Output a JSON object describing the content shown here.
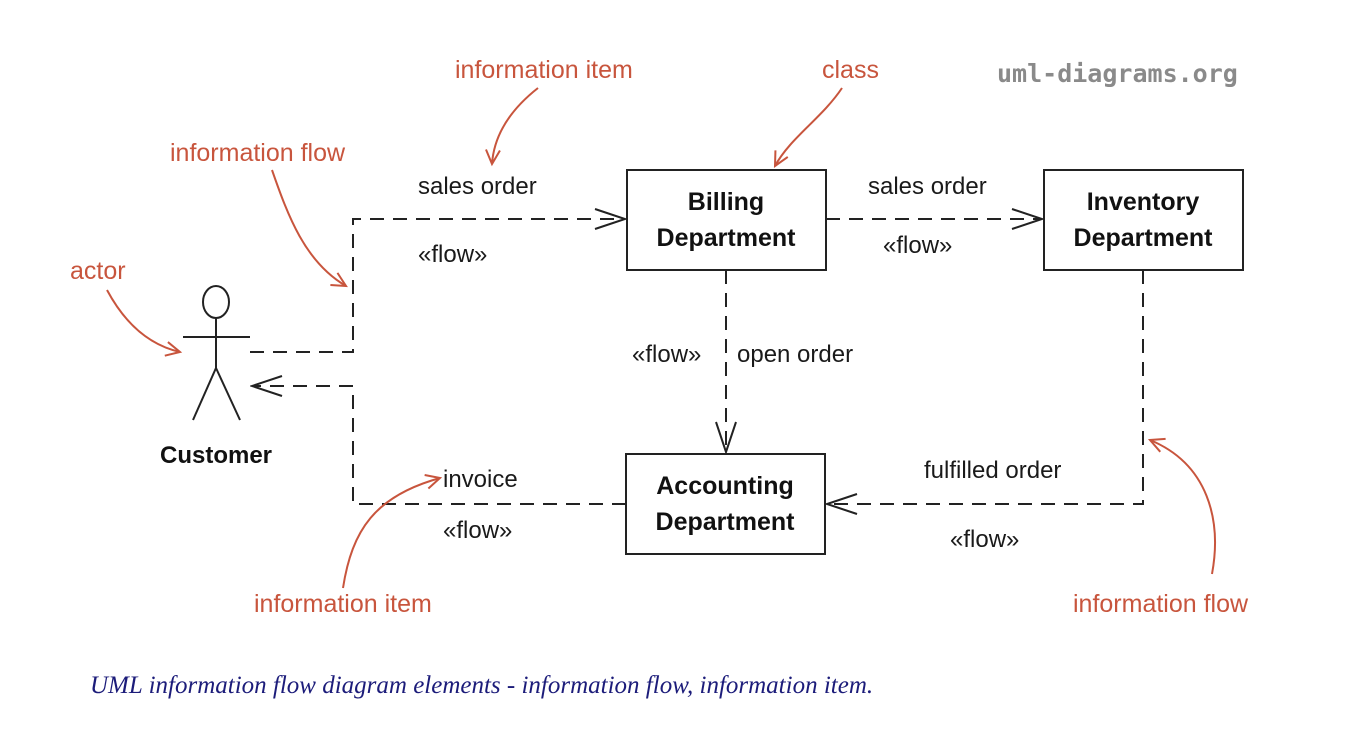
{
  "watermark": "uml-diagrams.org",
  "caption": "UML information flow diagram elements - information flow, information item.",
  "actor": {
    "name": "Customer"
  },
  "classes": {
    "billing": [
      "Billing",
      "Department"
    ],
    "inventory": [
      "Inventory",
      "Department"
    ],
    "accounting": [
      "Accounting",
      "Department"
    ]
  },
  "flows": {
    "customer_to_billing": {
      "item": "sales order",
      "stereotype": "«flow»"
    },
    "billing_to_inventory": {
      "item": "sales order",
      "stereotype": "«flow»"
    },
    "billing_to_accounting": {
      "item": "open order",
      "stereotype": "«flow»"
    },
    "inventory_to_accounting": {
      "item": "fulfilled order",
      "stereotype": "«flow»"
    },
    "accounting_to_customer": {
      "item": "invoice",
      "stereotype": "«flow»"
    }
  },
  "annotations": {
    "info_item_top": "information item",
    "class": "class",
    "info_flow_left": "information flow",
    "actor": "actor",
    "info_item_bottom": "information item",
    "info_flow_right": "information flow"
  },
  "colors": {
    "annotation": "#c8553d",
    "caption": "#1c1c7a",
    "watermark": "#8a8a8a",
    "line": "#222222"
  }
}
